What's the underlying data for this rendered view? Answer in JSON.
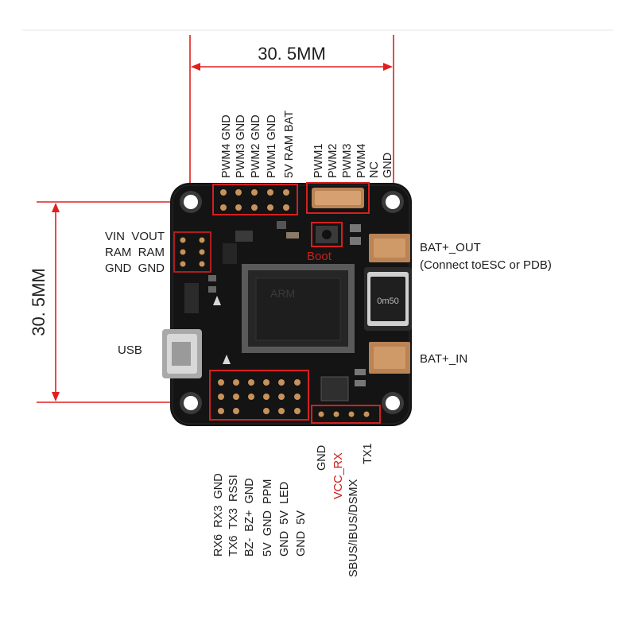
{
  "dimensions": {
    "width_label": "30. 5MM",
    "height_label": "30. 5MM"
  },
  "top_labels": {
    "left_group": [
      "PWM4 GND",
      "PWM3 GND",
      "PWM2 GND",
      "PWM1 GND",
      "5V  RAM  BAT"
    ],
    "right_group": [
      "PWM1",
      "PWM2",
      "PWM3",
      "PWM4",
      "NC",
      "GND"
    ]
  },
  "left_labels": {
    "row1": "VIN  VOUT",
    "row2": "RAM  RAM",
    "row3": "GND  GND",
    "usb": "USB"
  },
  "right_labels": {
    "bat_out": "BAT+_OUT",
    "bat_out_note": "(Connect toESC or PDB)",
    "bat_in": "BAT+_IN",
    "boot": "Boot"
  },
  "bottom_labels": {
    "col1": "RX6  RX3  GND",
    "col2": "TX6  TX3  RSSI",
    "col3": "BZ-  BZ+  GND",
    "col4": "5V  GND  PPM",
    "col5": "GND  5V  LED",
    "col6": "GND  5V",
    "vcc": "GND",
    "vcc_rx": "VCC_RX",
    "sbus": "SBUS/IBUS/DSMX",
    "tx1": "TX1"
  },
  "board": {
    "resistor_text": "0m50"
  },
  "colors": {
    "pcb": "#141414",
    "dimension_line": "#e02020",
    "highlight_box": "#d42020",
    "pad": "#c8925a",
    "hole": "#ffffff"
  }
}
